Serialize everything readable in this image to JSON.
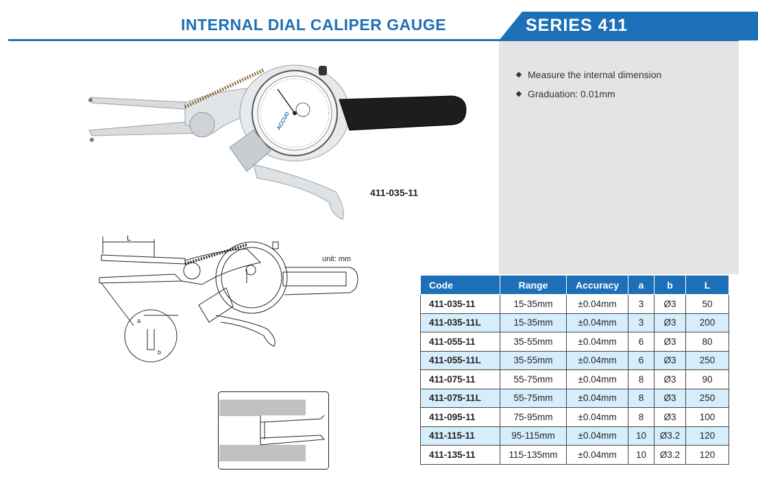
{
  "header": {
    "title": "INTERNAL DIAL CALIPER GAUGE",
    "series": "SERIES 411",
    "accent_color": "#1d70b8"
  },
  "features": [
    "Measure the internal dimension",
    "Graduation: 0.01mm"
  ],
  "product": {
    "model": "411-035-11",
    "dial_brand": "ACCUD"
  },
  "diagram": {
    "unit_label": "unit: mm",
    "dim_L": "L",
    "dim_a": "a",
    "dim_b": "b"
  },
  "spec_table": {
    "columns": [
      "Code",
      "Range",
      "Accuracy",
      "a",
      "b",
      "L"
    ],
    "rows": [
      {
        "code": "411-035-11",
        "range": "15-35mm",
        "accuracy": "±0.04mm",
        "a": "3",
        "b": "Ø3",
        "L": "50"
      },
      {
        "code": "411-035-11L",
        "range": "15-35mm",
        "accuracy": "±0.04mm",
        "a": "3",
        "b": "Ø3",
        "L": "200"
      },
      {
        "code": "411-055-11",
        "range": "35-55mm",
        "accuracy": "±0.04mm",
        "a": "6",
        "b": "Ø3",
        "L": "80"
      },
      {
        "code": "411-055-11L",
        "range": "35-55mm",
        "accuracy": "±0.04mm",
        "a": "6",
        "b": "Ø3",
        "L": "250"
      },
      {
        "code": "411-075-11",
        "range": "55-75mm",
        "accuracy": "±0.04mm",
        "a": "8",
        "b": "Ø3",
        "L": "90"
      },
      {
        "code": "411-075-11L",
        "range": "55-75mm",
        "accuracy": "±0.04mm",
        "a": "8",
        "b": "Ø3",
        "L": "250"
      },
      {
        "code": "411-095-11",
        "range": "75-95mm",
        "accuracy": "±0.04mm",
        "a": "8",
        "b": "Ø3",
        "L": "100"
      },
      {
        "code": "411-115-11",
        "range": "95-115mm",
        "accuracy": "±0.04mm",
        "a": "10",
        "b": "Ø3.2",
        "L": "120"
      },
      {
        "code": "411-135-11",
        "range": "115-135mm",
        "accuracy": "±0.04mm",
        "a": "10",
        "b": "Ø3.2",
        "L": "120"
      }
    ],
    "header_color": "#1d70b8",
    "alt_row_color": "#d6eefb"
  }
}
